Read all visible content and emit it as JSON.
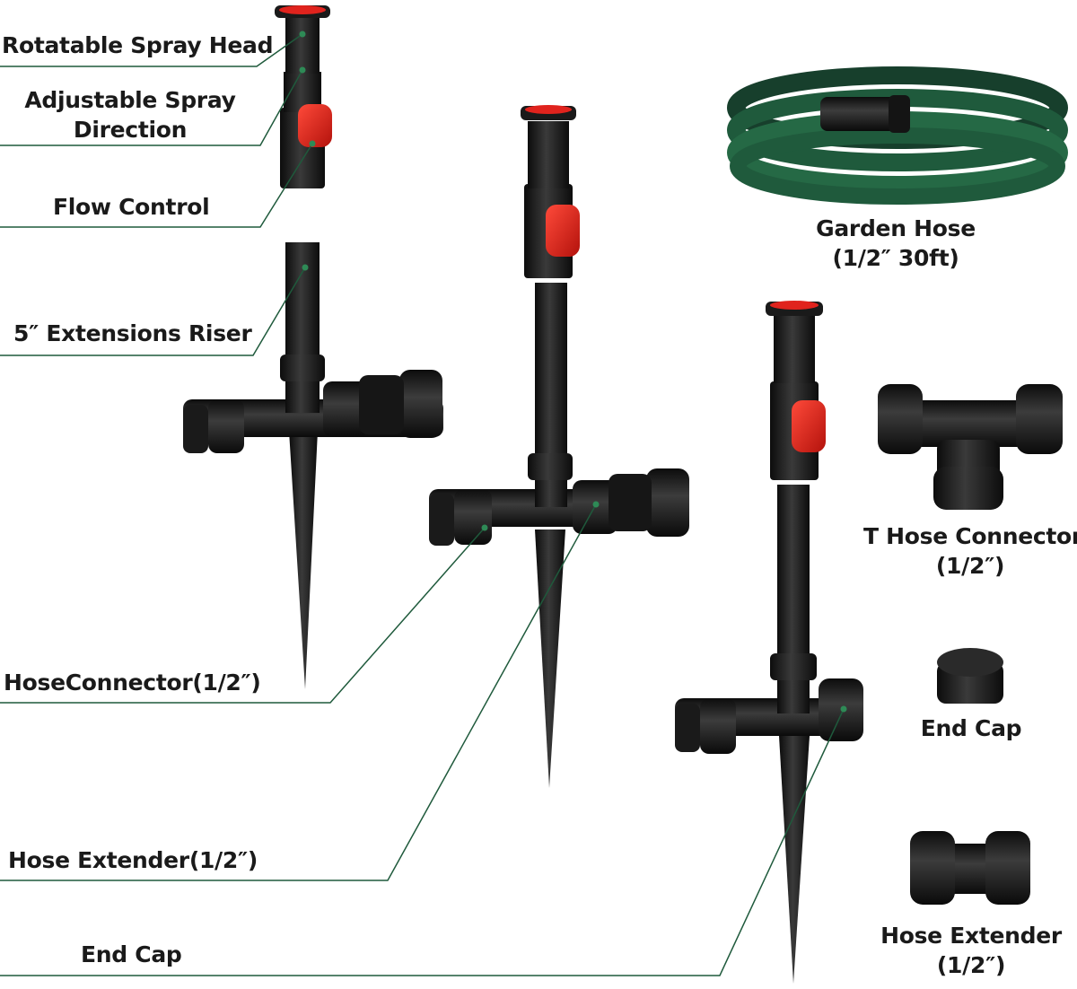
{
  "callouts_left": {
    "spray_head": "Rotatable Spray Head",
    "spray_direction_1": "Adjustable Spray",
    "spray_direction_2": "Direction",
    "flow_control": "Flow Control",
    "riser": "5″ Extensions Riser",
    "hose_connector": "HoseConnector(1/2″)",
    "hose_extender": "Hose Extender(1/2″)",
    "end_cap": "End Cap"
  },
  "parts_right": {
    "garden_hose_1": "Garden Hose",
    "garden_hose_2": "(1/2″ 30ft)",
    "t_connector_1": "T Hose Connector",
    "t_connector_2": "(1/2″)",
    "end_cap": "End Cap",
    "hose_extender_1": "Hose Extender",
    "hose_extender_2": "(1/2″)"
  },
  "colors": {
    "plastic": "#1c1c1c",
    "valve_red": "#e0231d",
    "hose_green": "#1f5a3c",
    "callout_line": "#1f5a3c"
  }
}
